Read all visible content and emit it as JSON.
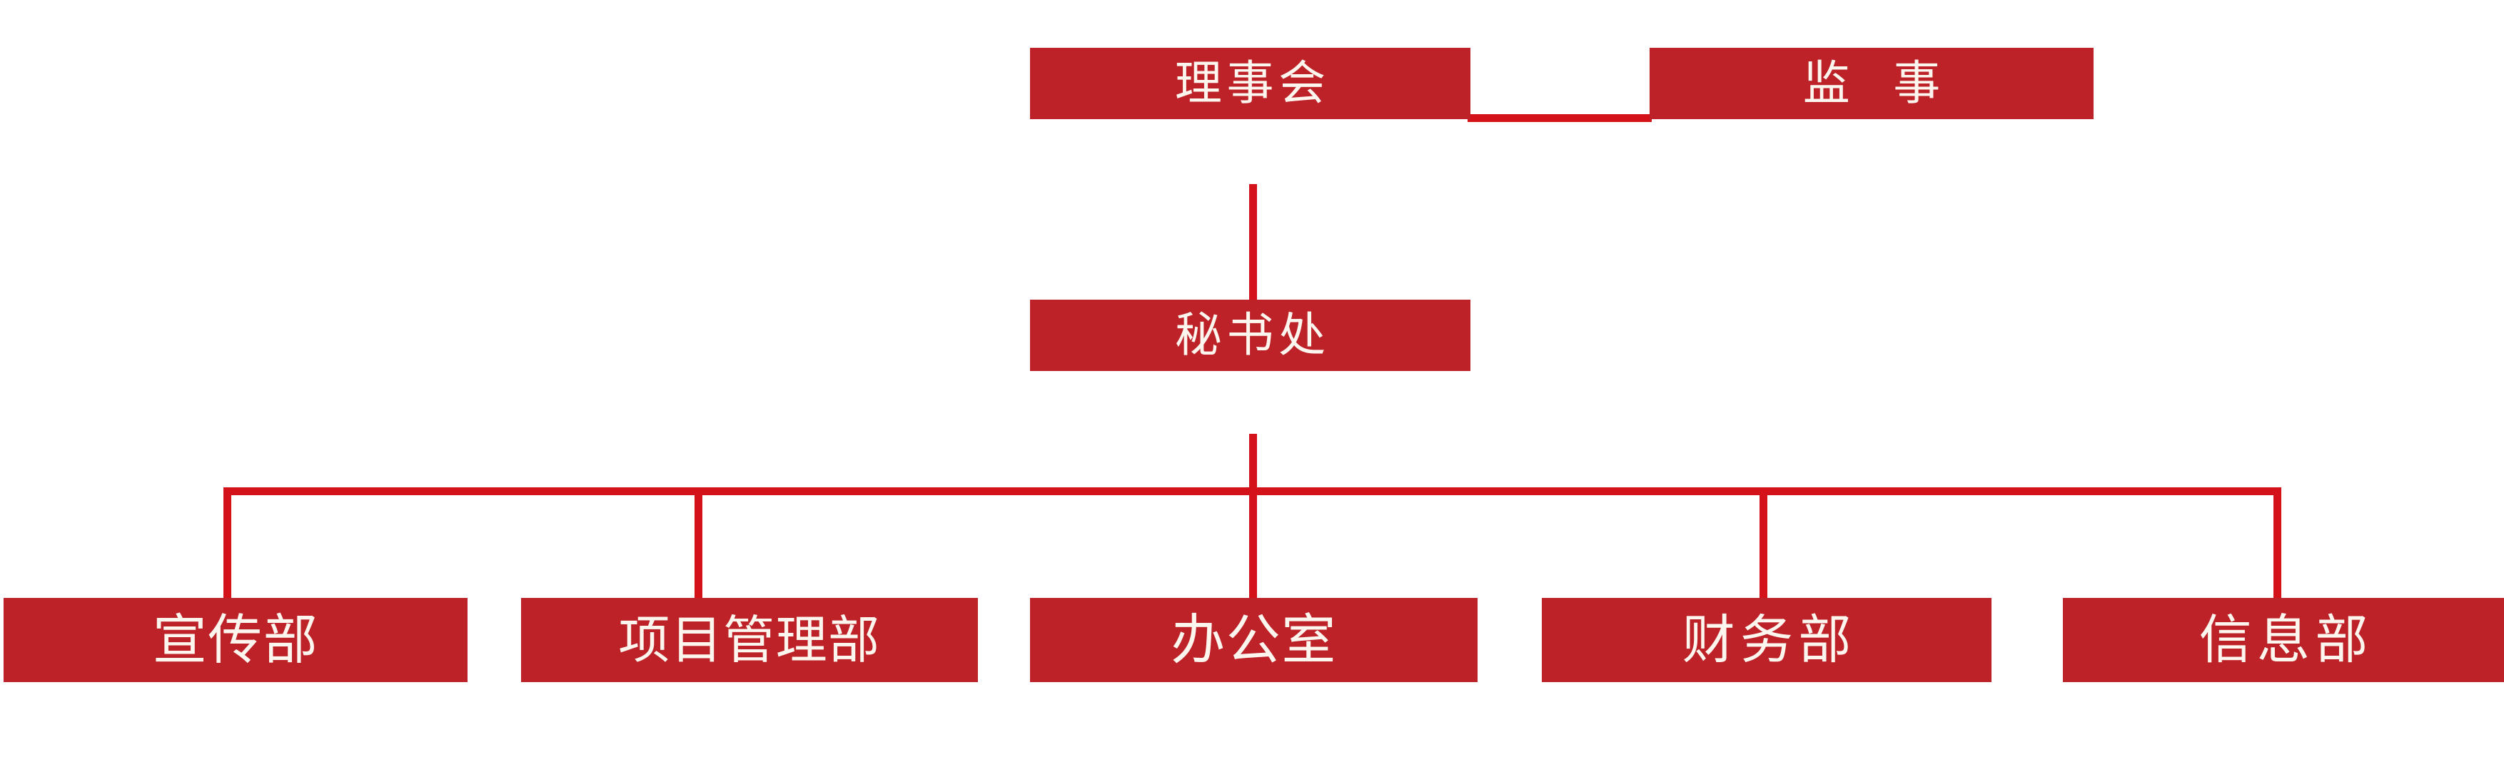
{
  "diagram": {
    "title_text": "",
    "colors": {
      "node_fill": "#be2229",
      "node_text": "#fdf6ef",
      "connector": "#d3121a",
      "background": "#ffffff"
    },
    "levels": {
      "level1_label": "理事会",
      "level1_side_label": "监 事",
      "level2_label": "秘书处",
      "level3_labels": [
        "宣传部",
        "项目管理部",
        "办公室",
        "财务部",
        "信息部"
      ]
    },
    "nodes": [
      {
        "id": "board",
        "label": "理事会",
        "level": 1
      },
      {
        "id": "supervisor",
        "label": "监 事",
        "level": 1
      },
      {
        "id": "secretariat",
        "label": "秘书处",
        "level": 2
      },
      {
        "id": "publicity",
        "label": "宣传部",
        "level": 3
      },
      {
        "id": "project-mgmt",
        "label": "项目管理部",
        "level": 3
      },
      {
        "id": "office",
        "label": "办公室",
        "level": 3
      },
      {
        "id": "finance",
        "label": "财务部",
        "level": 3
      },
      {
        "id": "information",
        "label": "信息部",
        "level": 3
      }
    ]
  }
}
